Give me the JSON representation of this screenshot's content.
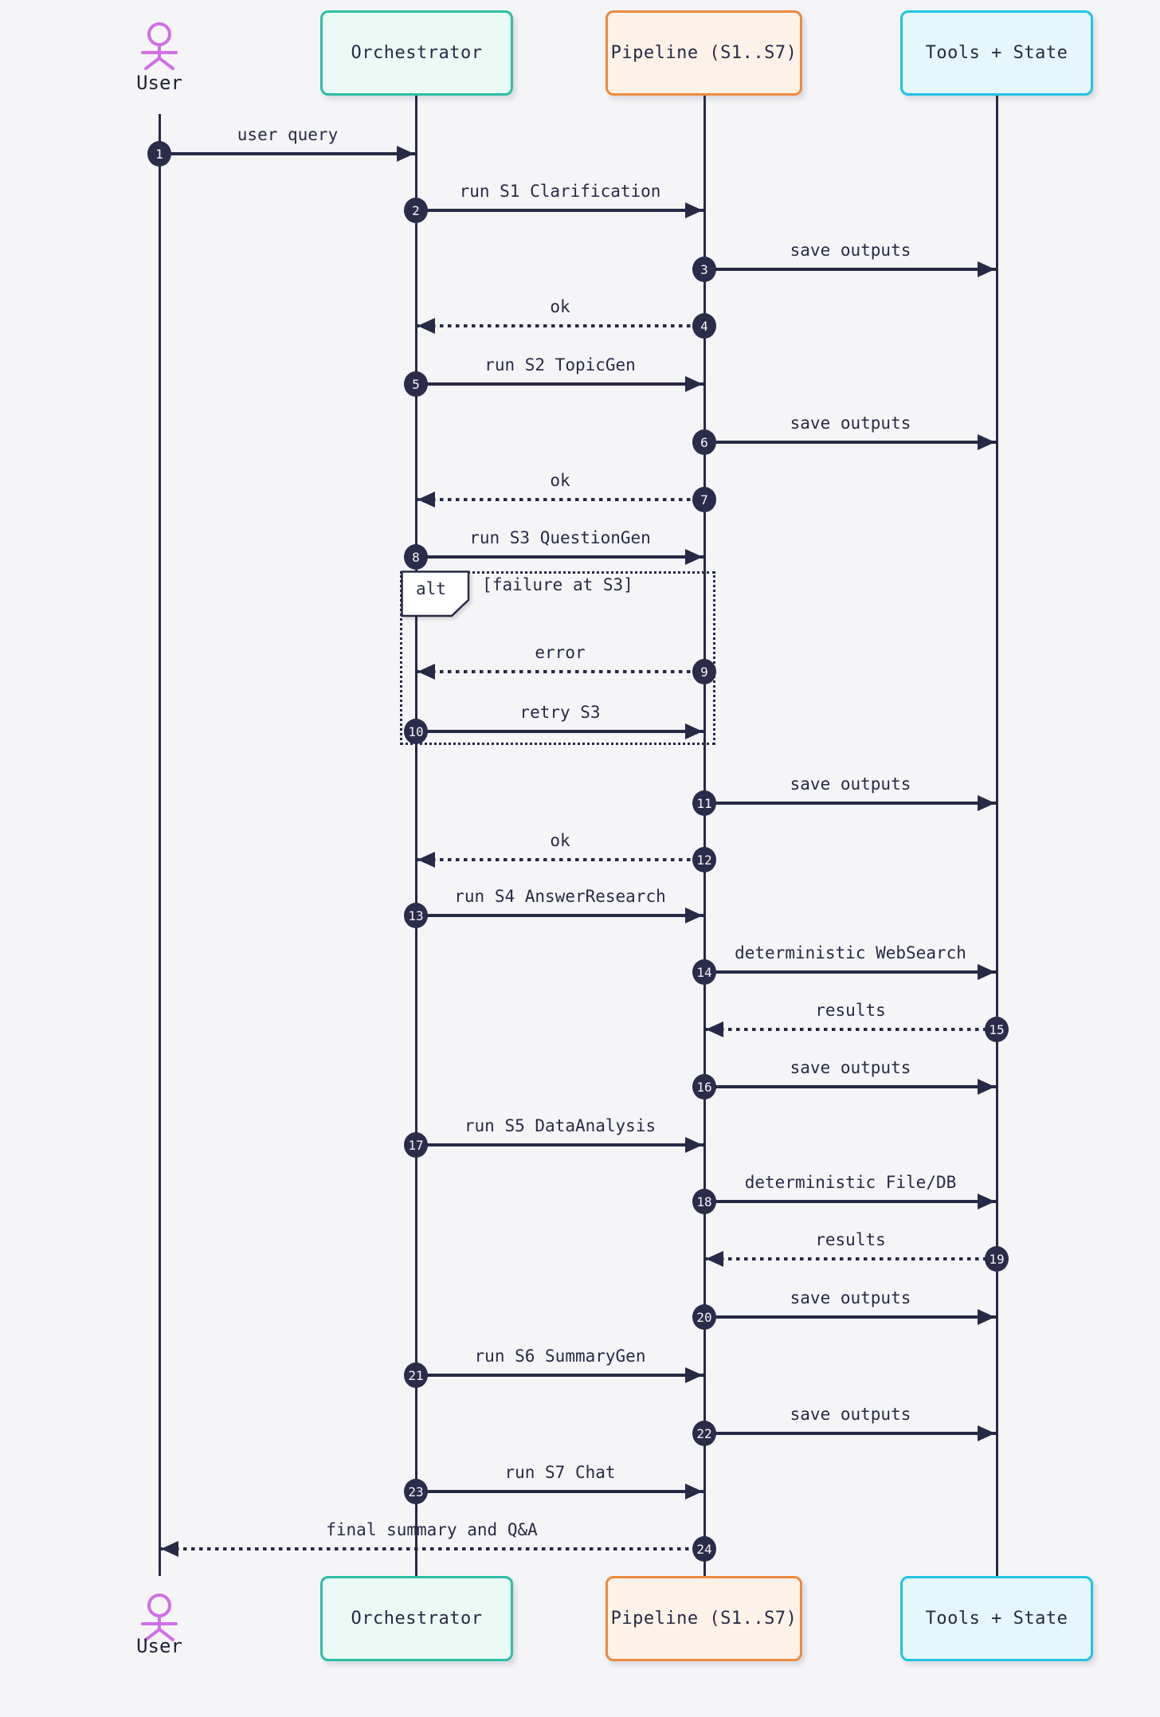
{
  "diagram": {
    "kind": "sequence-diagram",
    "background_color": "#f5f5f8",
    "ink_color": "#272a45",
    "participants": [
      {
        "id": "user",
        "name": "User",
        "kind": "actor",
        "color": "#cf70e6"
      },
      {
        "id": "orchestrator",
        "name": "Orchestrator",
        "kind": "box",
        "border": "#2dbea4",
        "fill": "#eafaf5"
      },
      {
        "id": "pipeline",
        "name": "Pipeline (S1..S7)",
        "kind": "box",
        "border": "#ec8a3f",
        "fill": "#fdf2e7"
      },
      {
        "id": "tools",
        "name": "Tools + State",
        "kind": "box",
        "border": "#22c3df",
        "fill": "#e3f7fc"
      }
    ],
    "messages": [
      {
        "n": "1",
        "label": "user query",
        "from": "user",
        "to": "orchestrator",
        "line": "solid"
      },
      {
        "n": "2",
        "label": "run S1 Clarification",
        "from": "orchestrator",
        "to": "pipeline",
        "line": "solid"
      },
      {
        "n": "3",
        "label": "save outputs",
        "from": "pipeline",
        "to": "tools",
        "line": "solid"
      },
      {
        "n": "4",
        "label": "ok",
        "from": "pipeline",
        "to": "orchestrator",
        "line": "dotted"
      },
      {
        "n": "5",
        "label": "run S2 TopicGen",
        "from": "orchestrator",
        "to": "pipeline",
        "line": "solid"
      },
      {
        "n": "6",
        "label": "save outputs",
        "from": "pipeline",
        "to": "tools",
        "line": "solid"
      },
      {
        "n": "7",
        "label": "ok",
        "from": "pipeline",
        "to": "orchestrator",
        "line": "dotted"
      },
      {
        "n": "8",
        "label": "run S3 QuestionGen",
        "from": "orchestrator",
        "to": "pipeline",
        "line": "solid"
      },
      {
        "n": "9",
        "label": "error",
        "from": "pipeline",
        "to": "orchestrator",
        "line": "dotted"
      },
      {
        "n": "10",
        "label": "retry S3",
        "from": "orchestrator",
        "to": "pipeline",
        "line": "solid"
      },
      {
        "n": "11",
        "label": "save outputs",
        "from": "pipeline",
        "to": "tools",
        "line": "solid"
      },
      {
        "n": "12",
        "label": "ok",
        "from": "pipeline",
        "to": "orchestrator",
        "line": "dotted"
      },
      {
        "n": "13",
        "label": "run S4 AnswerResearch",
        "from": "orchestrator",
        "to": "pipeline",
        "line": "solid"
      },
      {
        "n": "14",
        "label": "deterministic WebSearch",
        "from": "pipeline",
        "to": "tools",
        "line": "solid"
      },
      {
        "n": "15",
        "label": "results",
        "from": "tools",
        "to": "pipeline",
        "line": "dotted"
      },
      {
        "n": "16",
        "label": "save outputs",
        "from": "pipeline",
        "to": "tools",
        "line": "solid"
      },
      {
        "n": "17",
        "label": "run S5 DataAnalysis",
        "from": "orchestrator",
        "to": "pipeline",
        "line": "solid"
      },
      {
        "n": "18",
        "label": "deterministic File/DB",
        "from": "pipeline",
        "to": "tools",
        "line": "solid"
      },
      {
        "n": "19",
        "label": "results",
        "from": "tools",
        "to": "pipeline",
        "line": "dotted"
      },
      {
        "n": "20",
        "label": "save outputs",
        "from": "pipeline",
        "to": "tools",
        "line": "solid"
      },
      {
        "n": "21",
        "label": "run S6 SummaryGen",
        "from": "orchestrator",
        "to": "pipeline",
        "line": "solid"
      },
      {
        "n": "22",
        "label": "save outputs",
        "from": "pipeline",
        "to": "tools",
        "line": "solid"
      },
      {
        "n": "23",
        "label": "run S7 Chat",
        "from": "orchestrator",
        "to": "pipeline",
        "line": "solid"
      },
      {
        "n": "24",
        "label": "final summary and Q&A",
        "from": "pipeline",
        "to": "user",
        "line": "dotted"
      }
    ],
    "alt_frame": {
      "label": "alt",
      "condition": "[failure at S3]",
      "contains_message_numbers": [
        "9",
        "10"
      ]
    }
  }
}
